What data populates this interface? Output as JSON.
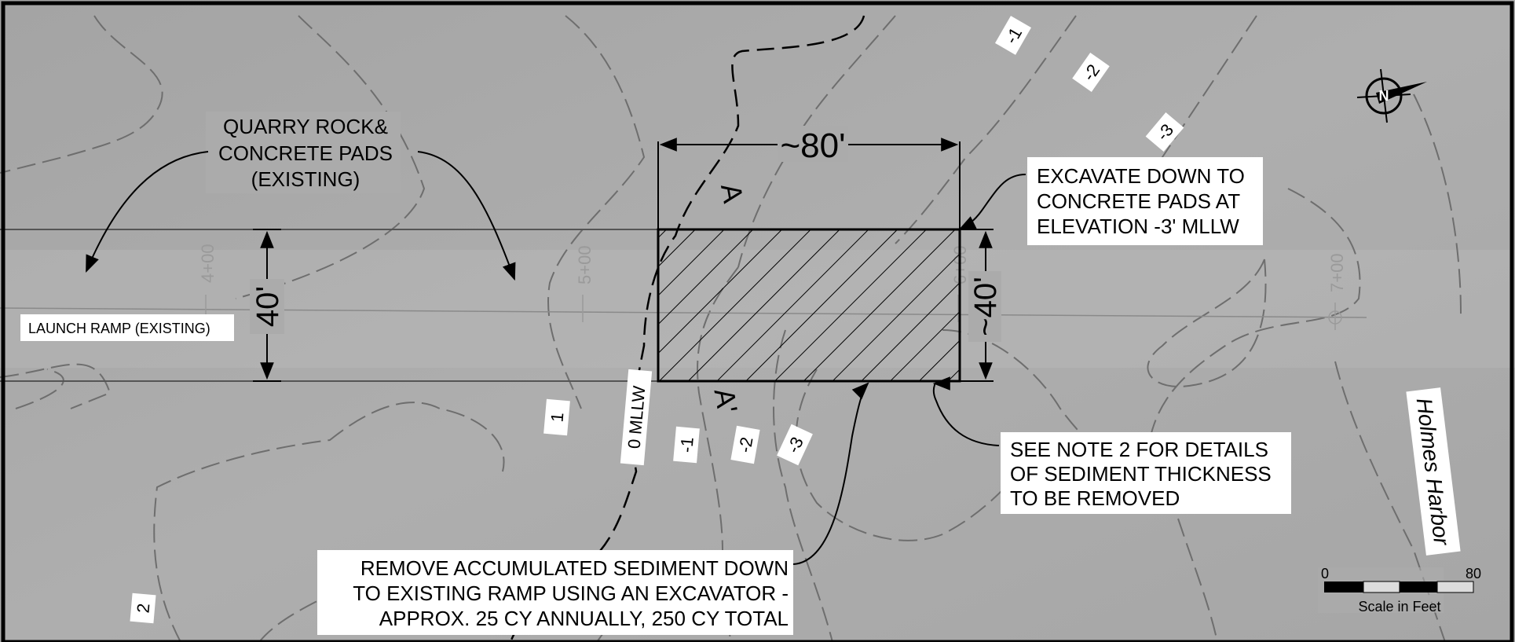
{
  "annotations": {
    "quarry_rock": [
      "QUARRY ROCK&",
      "CONCRETE PADS",
      "(EXISTING)"
    ],
    "launch_ramp": "LAUNCH RAMP (EXISTING)",
    "excavate": [
      "EXCAVATE DOWN TO",
      "CONCRETE PADS AT",
      "ELEVATION -3' MLLW"
    ],
    "see_note": [
      "SEE NOTE 2 FOR DETAILS",
      "OF SEDIMENT THICKNESS",
      "TO BE REMOVED"
    ],
    "remove": [
      "REMOVE ACCUMULATED SEDIMENT DOWN",
      "TO EXISTING RAMP USING AN EXCAVATOR -",
      "APPROX. 25 CY ANNUALLY, 250 CY TOTAL"
    ],
    "water_body": "Holmes Harbor"
  },
  "dimensions": {
    "length": "~80'",
    "width_dredge": "~40'",
    "width_ramp": "40'"
  },
  "section_markers": {
    "start": "A",
    "end": "A'"
  },
  "contour_labels": [
    "-1",
    "-2",
    "-3",
    "1",
    "0 MLLW",
    "-1",
    "-2",
    "-3",
    "2"
  ],
  "stations": [
    "4+00",
    "5+00",
    "6+00",
    "7+00"
  ],
  "scale_bar": {
    "min": "0",
    "max": "80",
    "caption": "Scale in Feet"
  },
  "colors": {
    "background": "#a9a9a9",
    "contour": "#6e6e6e",
    "ink": "#000000",
    "label_box": "#ffffff"
  },
  "icons": {
    "north_arrow": "north-arrow-icon"
  }
}
